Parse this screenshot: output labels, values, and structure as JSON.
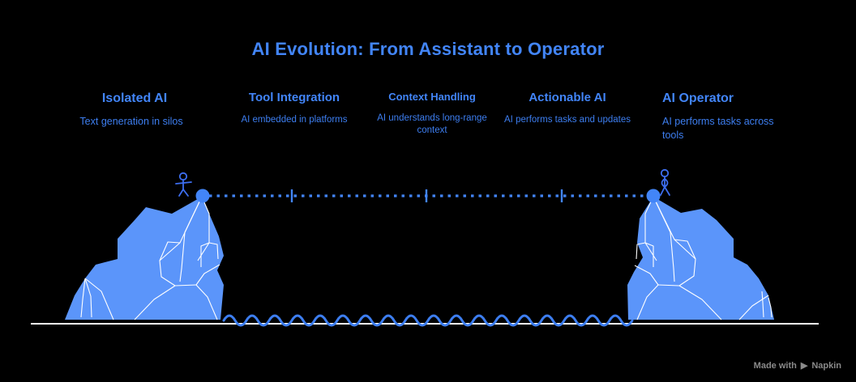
{
  "page": {
    "title": "AI Evolution: From Assistant to Operator",
    "background_color": "#000000",
    "accent_color": "#4285f8",
    "shape_fill_color": "#5b95fa",
    "line_color": "#ffffff"
  },
  "stages": [
    {
      "title": "Isolated AI",
      "description": "Text generation in silos",
      "align": "center"
    },
    {
      "title": "Tool Integration",
      "description": "AI embedded in platforms",
      "align": "center"
    },
    {
      "title": "Context Handling",
      "description": "AI understands long-range context",
      "align": "center"
    },
    {
      "title": "Actionable AI",
      "description": "AI performs tasks and updates",
      "align": "center"
    },
    {
      "title": "AI Operator",
      "description": "AI performs tasks across tools",
      "align": "left"
    }
  ],
  "timeline": {
    "start_node_label": "Isolated AI",
    "end_node_label": "AI Operator",
    "tick_count": 3,
    "style": "dotted"
  },
  "scenery": {
    "left_mountain_label": "iceberg-left",
    "right_mountain_label": "iceberg-right",
    "water_label": "wavy-water",
    "figure_left_label": "climber-left",
    "figure_right_label": "climber-right"
  },
  "watermark": {
    "prefix": "Made with",
    "brand": "Napkin",
    "mark": "▶"
  }
}
